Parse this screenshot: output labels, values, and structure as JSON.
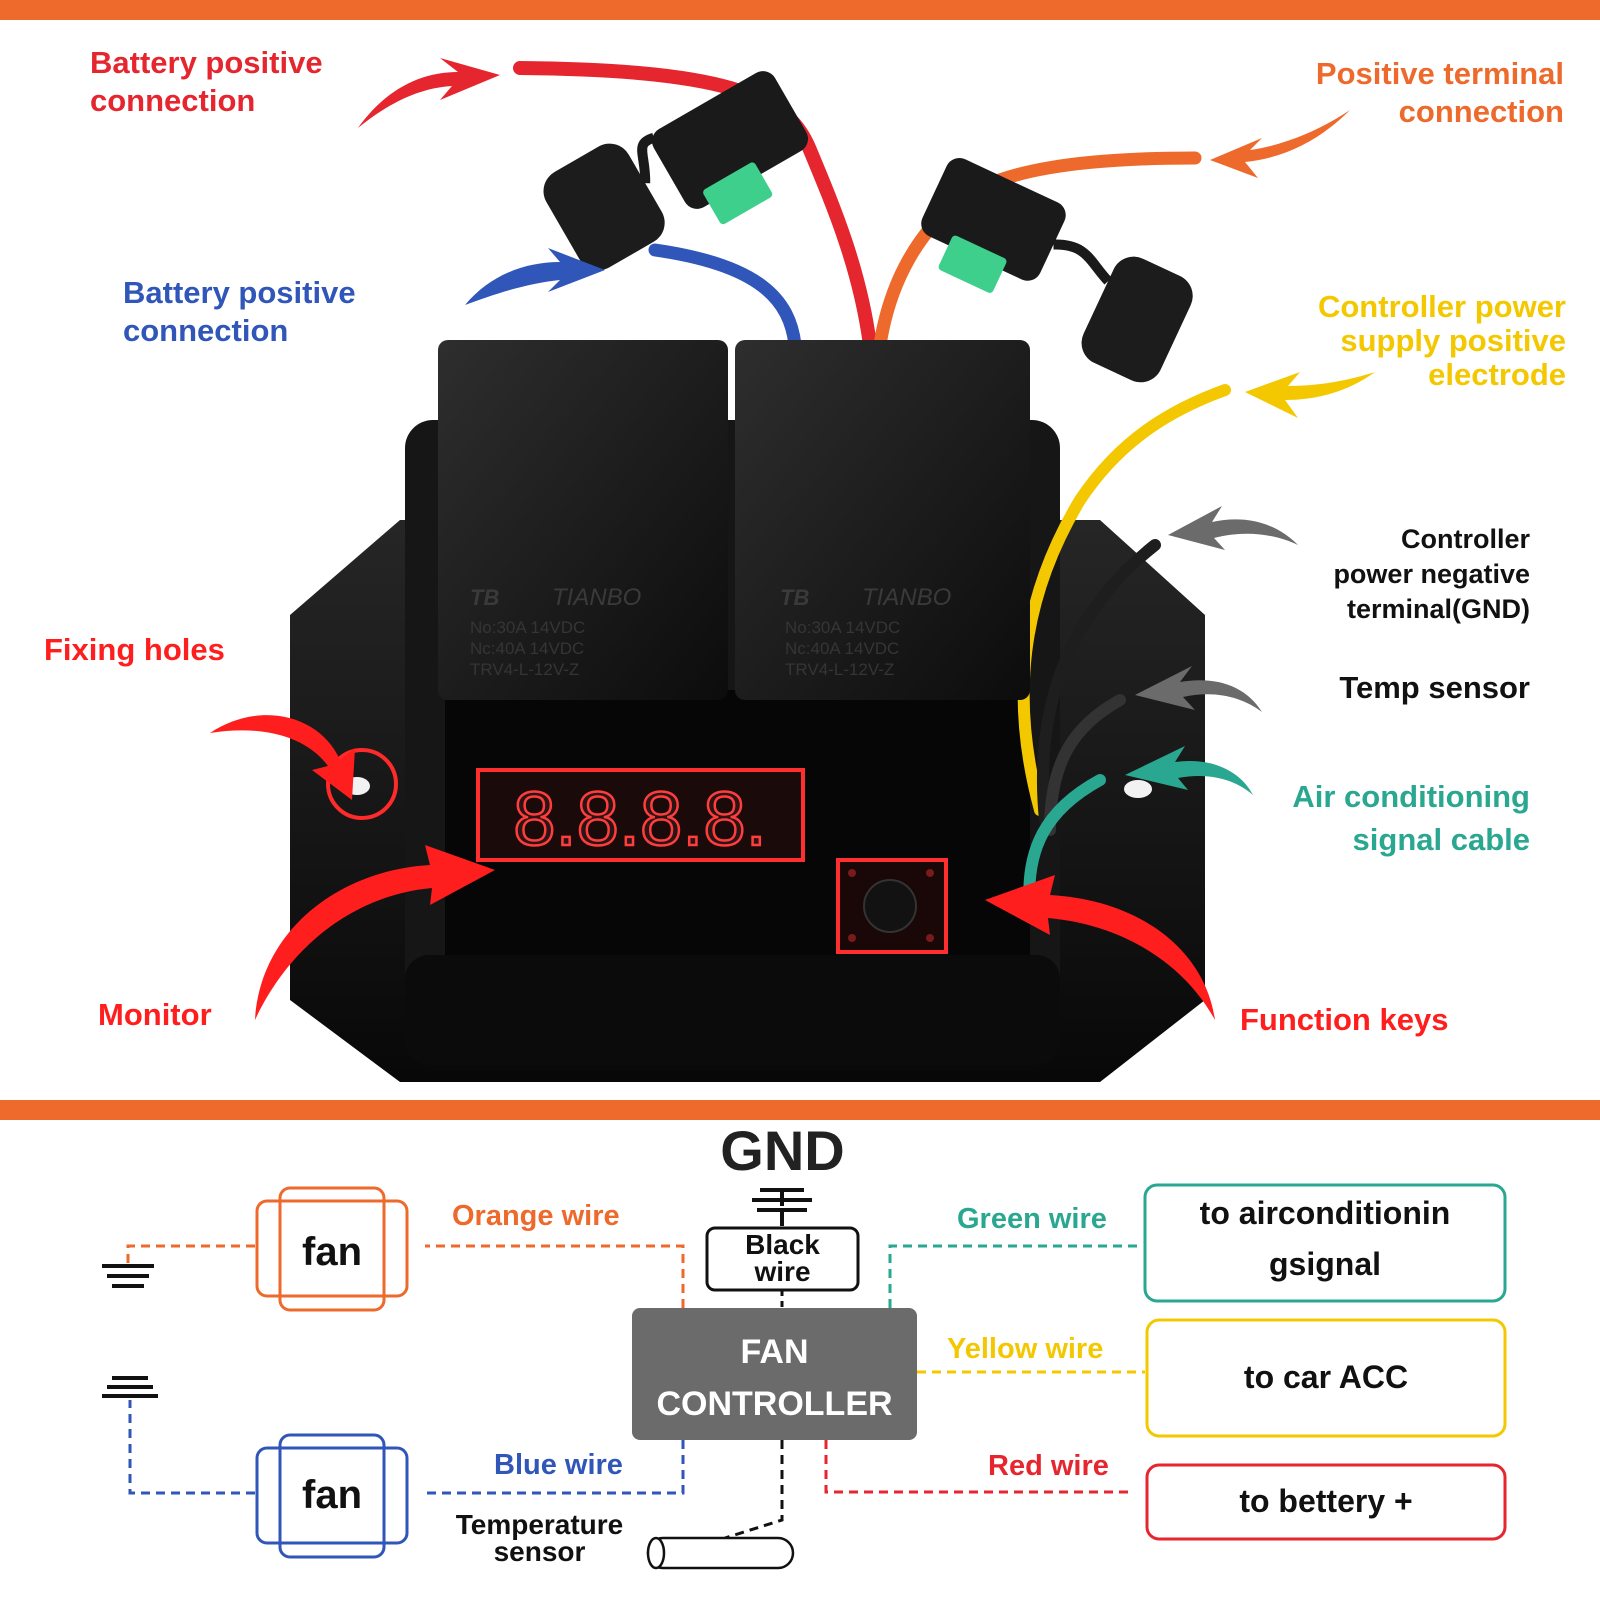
{
  "colors": {
    "band": "#ee6a2c",
    "red": "#e5262f",
    "blue": "#2f56b8",
    "orange": "#ee6a2c",
    "yellow": "#f3c800",
    "teal": "#2aa790",
    "gray": "#6b6b6b",
    "dark": "#111111",
    "controller_box": "#6b6b6b"
  },
  "callouts": {
    "battery_positive_red": "Battery positive\nconnection",
    "battery_positive_blue": "Battery positive\nconnection",
    "positive_terminal": "Positive terminal\nconnection",
    "controller_power_positive": "Controller power\nsupply positive\nelectrode",
    "controller_power_negative": "Controller\npower negative\nterminal(GND)",
    "temp_sensor": "Temp sensor",
    "air_conditioning_signal": "Air conditioning\nsignal cable",
    "fixing_holes": "Fixing holes",
    "monitor": "Monitor",
    "function_keys": "Function keys"
  },
  "device": {
    "relay_brand": "TIANBO",
    "relay_logo": "TB",
    "relay_lines": [
      "No:30A   14VDC",
      "Nc:40A   14VDC",
      "TRV4-L-12V-Z"
    ],
    "display_digits": "8.8.8.8."
  },
  "diagram": {
    "gnd_title": "GND",
    "black_wire": "Black\nwire",
    "controller": "FAN\nCONTROLLER",
    "fan_top": "fan",
    "fan_bottom": "fan",
    "orange_wire": "Orange wire",
    "blue_wire": "Blue wire",
    "green_wire": "Green wire",
    "yellow_wire": "Yellow wire",
    "red_wire": "Red wire",
    "to_ac": "to airconditionin\ngsignal",
    "to_acc": "to car ACC",
    "to_battery": "to bettery +",
    "temperature_sensor": "Temperature\nsensor"
  }
}
